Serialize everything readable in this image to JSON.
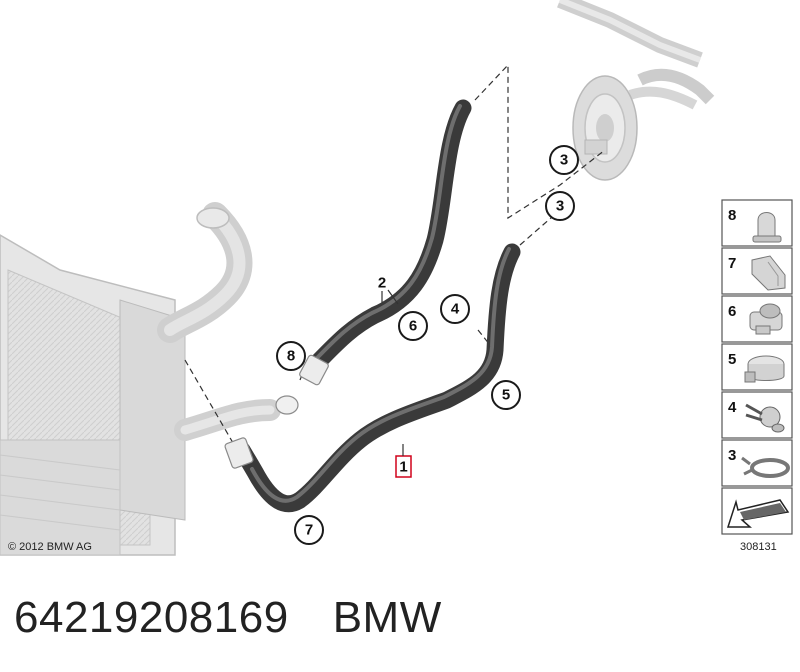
{
  "copyright": "© 2012 BMW AG",
  "diagram_code": "308131",
  "footer": {
    "part_number": "64219208169",
    "brand": "BMW"
  },
  "callouts": {
    "c1": "1",
    "c2": "2",
    "c3a": "3",
    "c3b": "3",
    "c4": "4",
    "c5": "5",
    "c6": "6",
    "c7": "7",
    "c8": "8"
  },
  "legend": [
    {
      "number": "8",
      "icon": "clip-icon"
    },
    {
      "number": "7",
      "icon": "bracket-icon"
    },
    {
      "number": "6",
      "icon": "hose-clamp-holder-icon"
    },
    {
      "number": "5",
      "icon": "band-clamp-icon"
    },
    {
      "number": "4",
      "icon": "spring-clamp-icon"
    },
    {
      "number": "3",
      "icon": "hose-clip-icon"
    }
  ],
  "colors": {
    "hose": "#3a3a3a",
    "hose_highlight": "#6e6e6e",
    "part_gray": "#d2d2d2",
    "highlight_box": "#d0021b"
  }
}
